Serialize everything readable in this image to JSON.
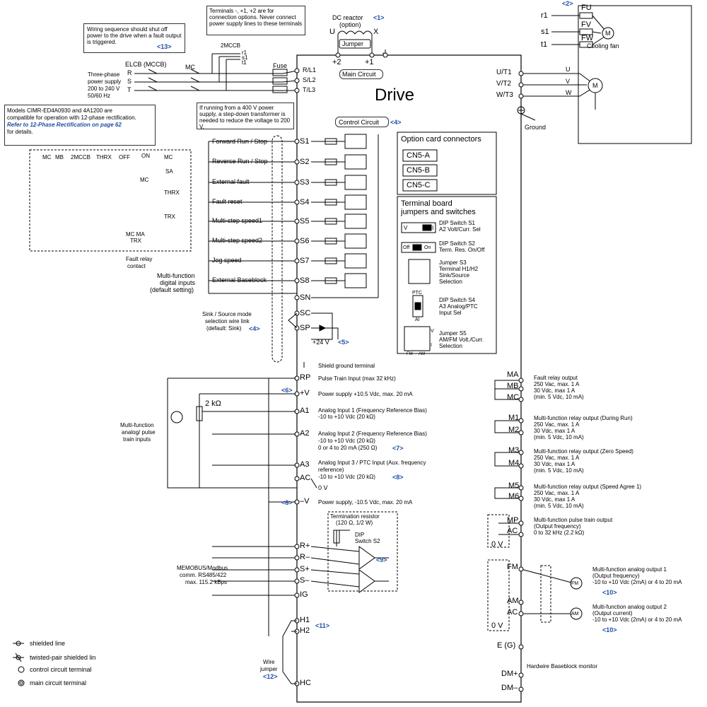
{
  "drive_title": "Drive",
  "main_circuit_label": "Main Circuit",
  "control_circuit_label": "Control Circuit",
  "control_circuit_ref": "<4>",
  "notes": {
    "terminals_note": "Terminals -, +1, +2 are for connection options. Never connect power supply lines to these terminals",
    "wiring_sequence": "Wiring sequence should shut off power to the drive when a fault output is triggered.",
    "wiring_sequence_ref": "<13>",
    "models_line1": "Models CIMR-ED4A0930 and 4A1200 are",
    "models_line2": "compatible for operation with 12-phase rectification.",
    "models_ref": "Refer to 12-Phase Rectification on page 62",
    "models_tail": "for details.",
    "step_down": "If running from a 400 V power supply, a step-down transformer is needed to reduce the voltage to 200 V."
  },
  "dc_reactor": {
    "label": "DC reactor",
    "ref": "<1>",
    "option": "(option)",
    "u": "U",
    "x": "X",
    "jumper": "Jumper",
    "t_plus2": "+2",
    "t_plus1": "+1",
    "t_minus": "–"
  },
  "supply": {
    "elcb": "ELCB (MCCB)",
    "mc": "MC",
    "mccb2": "2MCCB",
    "fuse": "Fuse",
    "r": "R",
    "s": "S",
    "t": "T",
    "r1": "r1",
    "s1": "s1",
    "t1": "t1",
    "desc1": "Three-phase",
    "desc2": "power supply",
    "desc3": "200 to 240 V",
    "desc4": "50/60 Hz"
  },
  "main_terminals": [
    "R/L1",
    "S/L2",
    "T/L3"
  ],
  "output_terminals": [
    "U/T1",
    "V/T2",
    "W/T3"
  ],
  "motor": {
    "u": "U",
    "v": "V",
    "w": "W",
    "m": "M",
    "ground": "Ground"
  },
  "cooling_fan": {
    "ref": "<2>",
    "r1": "r1",
    "s1": "s1",
    "t1": "t1",
    "fu": "FU",
    "fv": "FV",
    "fw": "FW",
    "m": "M",
    "label": "Cooling fan"
  },
  "sequence_circuit": {
    "mc": "MC",
    "mb": "MB",
    "mccb2": "2MCCB",
    "thrx": "THRX",
    "off": "OFF",
    "on": "ON",
    "mc2": "MC",
    "sa": "SA",
    "mc3": "MC",
    "thrx2": "THRX",
    "trx": "TRX",
    "mc_ma": "MC MA",
    "trx2": "TRX",
    "fault1": "Fault relay",
    "fault2": "contact"
  },
  "digital_inputs": [
    {
      "label": "Forward Run / Stop",
      "terminal": "S1"
    },
    {
      "label": "Reverse Run / Stop",
      "terminal": "S2"
    },
    {
      "label": "External fault",
      "terminal": "S3"
    },
    {
      "label": "Fault reset",
      "terminal": "S4"
    },
    {
      "label": "Multi-step speed1",
      "terminal": "S5"
    },
    {
      "label": "Multi-step speed2",
      "terminal": "S6"
    },
    {
      "label": "Jog speed",
      "terminal": "S7"
    },
    {
      "label": "External Baseblock",
      "terminal": "S8"
    }
  ],
  "digital_group_label": [
    "Multi-function",
    "digital inputs",
    "(default setting)"
  ],
  "common_terminals": {
    "sn": "SN",
    "sc": "SC",
    "sp": "SP",
    "plus24": "+24 V",
    "plus24_ref": "<5>"
  },
  "sink_source": {
    "line1": "Sink / Source mode",
    "line2": "selection wire link",
    "line3": "(default: Sink)",
    "ref": "<4>"
  },
  "option_cards": {
    "title": "Option card connectors",
    "items": [
      "CN5-A",
      "CN5-B",
      "CN5-C"
    ]
  },
  "terminal_board": {
    "title1": "Terminal board",
    "title2": "jumpers and switches",
    "items": [
      {
        "name": "DIP Switch S1",
        "desc": "A2 Volt/Curr. Sel",
        "v": "V",
        "i": "I"
      },
      {
        "name": "DIP Switch S2",
        "desc": "Term. Res. On/Off",
        "off": "Off",
        "on": "On"
      },
      {
        "name": "Jumper S3",
        "desc1": "Terminal H1/H2",
        "desc2": "Sink/Source",
        "desc3": "Selection"
      },
      {
        "name": "DIP Switch S4",
        "desc1": "A3 Analog/PTC",
        "desc2": "Input Sel",
        "ptc": "PTC",
        "ai": "AI"
      },
      {
        "name": "Jumper S5",
        "desc1": "AM/FM Volt./Curr.",
        "desc2": "Selection",
        "v": "V",
        "i": "I",
        "fm": "FM",
        "am": "AM"
      }
    ]
  },
  "analog_inputs": [
    {
      "terminal": "",
      "text": "Shield ground terminal"
    },
    {
      "terminal": "RP",
      "text": "Pulse Train Input (max 32 kHz)"
    },
    {
      "terminal": "+V",
      "text": "Power supply +10.5 Vdc, max. 20 mA"
    },
    {
      "terminal": "A1",
      "text": "Analog Input 1 (Frequency Reference Bias)",
      "text2": "-10 to +10 Vdc (20 kΩ)"
    },
    {
      "terminal": "A2",
      "text": "Analog Input 2 (Frequency Reference Bias)",
      "text2": "-10 to +10 Vdc (20 kΩ)",
      "text3": "0 or 4 to 20 mA (250 Ω)",
      "ref": "<7>"
    },
    {
      "terminal": "A3",
      "text": "Analog Input 3 / PTC Input (Aux. frequency",
      "text2": "reference)",
      "text3": "-10 to +10 Vdc (20 kΩ)",
      "ref": "<8>"
    },
    {
      "terminal": "AC",
      "text": "0 V"
    },
    {
      "terminal": "–V",
      "text": "Power supply, -10.5 Vdc, max. 20 mA"
    }
  ],
  "analog_misc": {
    "ref6a": "<6>",
    "ref6b": "<6>",
    "resistor": "2 kΩ",
    "group1": "Multi-function",
    "group2": "analog/ pulse",
    "group3": "train inputs"
  },
  "comm": {
    "terminals": [
      "R+",
      "R–",
      "S+",
      "S–",
      "IG"
    ],
    "label1": "MEMOBUS/Modbus",
    "label2": "comm. RS485/422",
    "label3": "max. 115.2 kBps",
    "term_res1": "Termination resistor",
    "term_res2": "(120 Ω, 1/2 W)",
    "dip1": "DIP",
    "dip2": "Switch S2",
    "ref": "<9>"
  },
  "safety": {
    "h1": "H1",
    "h2": "H2",
    "hc": "HC",
    "ref11": "<11>",
    "wire1": "Wire",
    "wire2": "jumper",
    "ref12": "<12>"
  },
  "legend": [
    "shielded line",
    "twisted-pair shielded lin",
    "control circuit terminal",
    "main circuit terminal"
  ],
  "relay_outputs": [
    {
      "terminals": [
        "MA",
        "MB",
        "MC"
      ],
      "title": "Fault relay output",
      "l1": "250 Vac, max. 1 A",
      "l2": "30 Vdc, max 1 A",
      "l3": "(min. 5 Vdc, 10 mA)"
    },
    {
      "terminals": [
        "M1",
        "M2"
      ],
      "title": "Multi-function relay output (During Run)",
      "l1": "250 Vac, max. 1 A",
      "l2": "30 Vdc, max 1 A",
      "l3": "(min. 5 Vdc, 10 mA)"
    },
    {
      "terminals": [
        "M3",
        "M4"
      ],
      "title": "Multi-function relay output (Zero Speed)",
      "l1": "250 Vac, max. 1 A",
      "l2": "30 Vdc, max 1 A",
      "l3": "(min. 5 Vdc, 10 mA)"
    },
    {
      "terminals": [
        "M5",
        "M6"
      ],
      "title": "Multi-function relay output (Speed Agree 1)",
      "l1": "250 Vac, max. 1 A",
      "l2": "30 Vdc, max 1 A",
      "l3": "(min. 5 Vdc, 10 mA)"
    }
  ],
  "pulse_output": {
    "mp": "MP",
    "ac": "AC",
    "zero": "0 V",
    "title": "Multi-function pulse train output",
    "l1": "(Output frequency)",
    "l2": "0 to 32 kHz (2.2 kΩ)"
  },
  "analog_outputs": [
    {
      "terminal": "FM",
      "meter": "FM",
      "title": "Multi-function analog output 1",
      "l1": "(Output frequency)",
      "l2": "-10 to +10 Vdc (2mA) or 4 to 20 mA",
      "ref": "<10>"
    },
    {
      "terminal": "AM",
      "meter": "AM",
      "title": "Multi-function analog output 2",
      "l1": "(Output current)",
      "l2": "-10 to +10 Vdc (2mA) or 4 to 20 mA",
      "ref": "<10>"
    }
  ],
  "analog_out_misc": {
    "ac": "AC",
    "zero": "0 V",
    "eg": "E (G)"
  },
  "monitor": {
    "dmp": "DM+",
    "dmm": "DM–",
    "label": "Hardwire Baseblock monitor"
  }
}
